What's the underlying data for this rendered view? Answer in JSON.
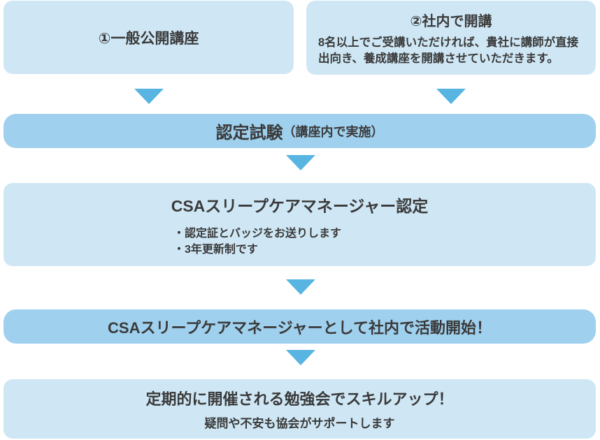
{
  "colors": {
    "box_light": "#cfe7f5",
    "bar_medium": "#9fd0ee",
    "arrow": "#58b5e2",
    "text": "#3a3a3a"
  },
  "flow": {
    "general_course": {
      "title": "①一般公開講座"
    },
    "inhouse_course": {
      "title": "②社内で開講",
      "description_line1": "8名以上でご受講いただければ、貴社に講師が直接",
      "description_line2": "出向き、養成講座を開講させていただきます。"
    },
    "exam": {
      "title": "認定試験",
      "note": "（講座内で実施）"
    },
    "certification": {
      "title": "CSAスリープケアマネージャー認定",
      "bullets": [
        "・認定証とバッジをお送りします",
        "・3年更新制です"
      ]
    },
    "activity_start": {
      "title": "CSAスリープケアマネージャーとして社内で活動開始！"
    },
    "skillup": {
      "title": "定期的に開催される勉強会でスキルアップ！",
      "subtitle": "疑問や不安も協会がサポートします"
    }
  }
}
